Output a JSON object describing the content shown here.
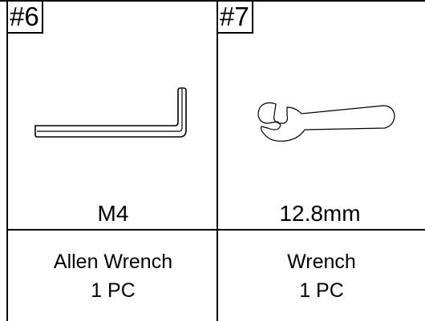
{
  "parts": [
    {
      "number": "#6",
      "icon": "allen-wrench-icon",
      "size": "M4",
      "name": "Allen Wrench",
      "quantity": "1 PC"
    },
    {
      "number": "#7",
      "icon": "open-end-wrench-icon",
      "size": "12.8mm",
      "name": "Wrench",
      "quantity": "1 PC"
    }
  ]
}
